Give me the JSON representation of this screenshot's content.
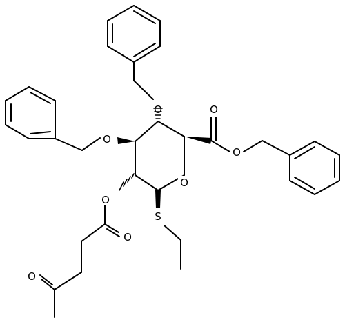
{
  "molecule": {
    "atoms": {
      "O_ring": "O",
      "S": "S",
      "O_ester_carbonyl": "O",
      "O_ester_link": "O",
      "O_benzyloxy_top": "O",
      "O_benzyloxy_left": "O",
      "O_levulinoyl_link": "O",
      "O_levulinoyl_carbonyl": "O",
      "O_ketone": "O"
    },
    "colors": {
      "bond": "#000000",
      "text": "#000000",
      "background": "#ffffff"
    }
  }
}
